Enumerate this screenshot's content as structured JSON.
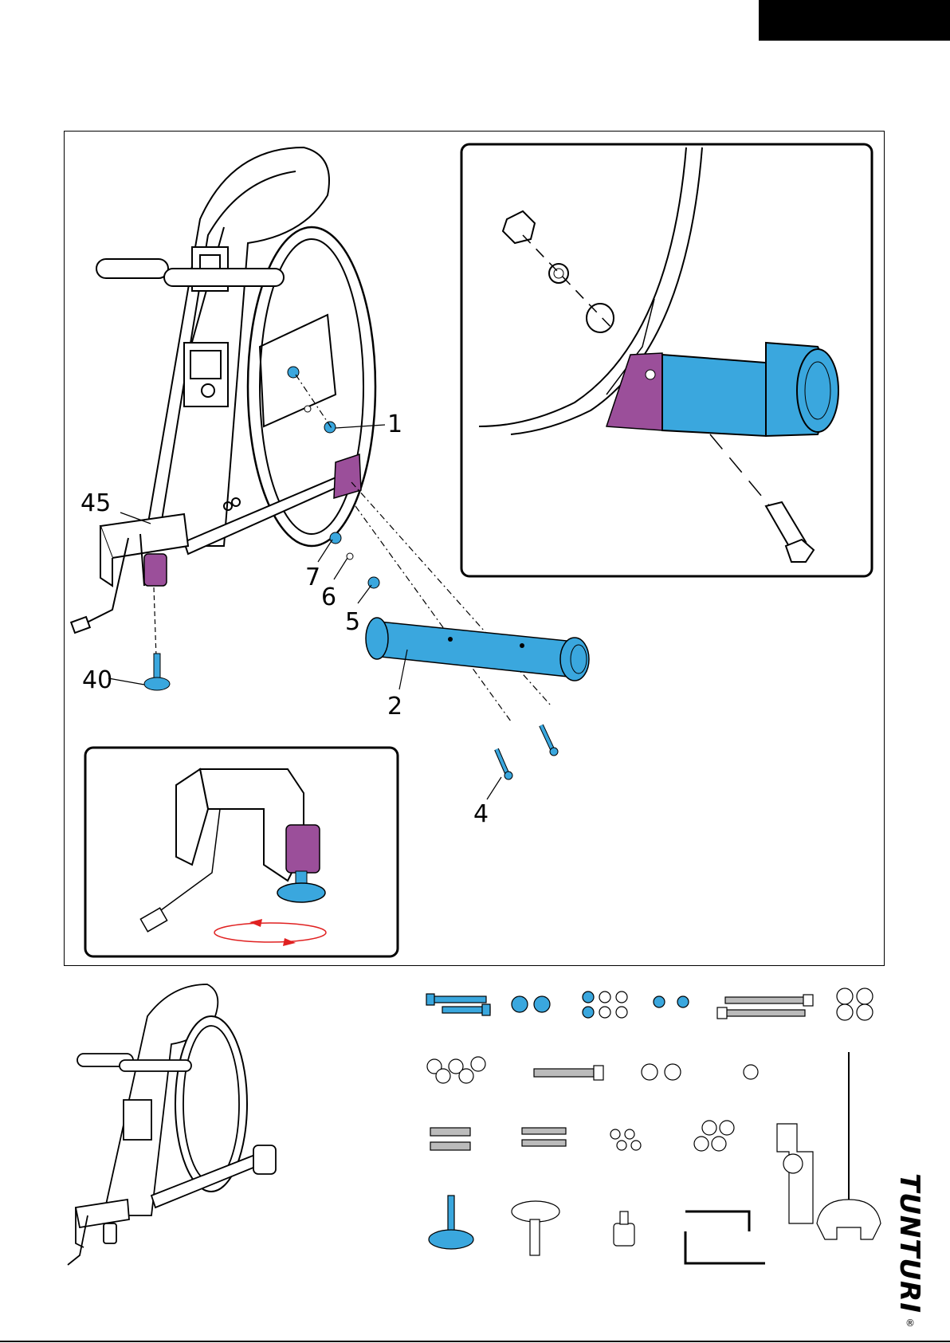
{
  "callouts": {
    "p1": "1",
    "p2": "2",
    "p4": "4",
    "p5": "5",
    "p6": "6",
    "p7": "7",
    "p40": "40",
    "p45": "45"
  },
  "brand": {
    "logo_text": "TUNTURI",
    "registered_mark": "®"
  },
  "colors": {
    "part_blue": "#3aa7de",
    "part_purple": "#9b4f9a",
    "rotation_arrow": "#e02020",
    "line": "#000000"
  },
  "icons": {
    "rotation": "rotate-arrows-icon"
  }
}
